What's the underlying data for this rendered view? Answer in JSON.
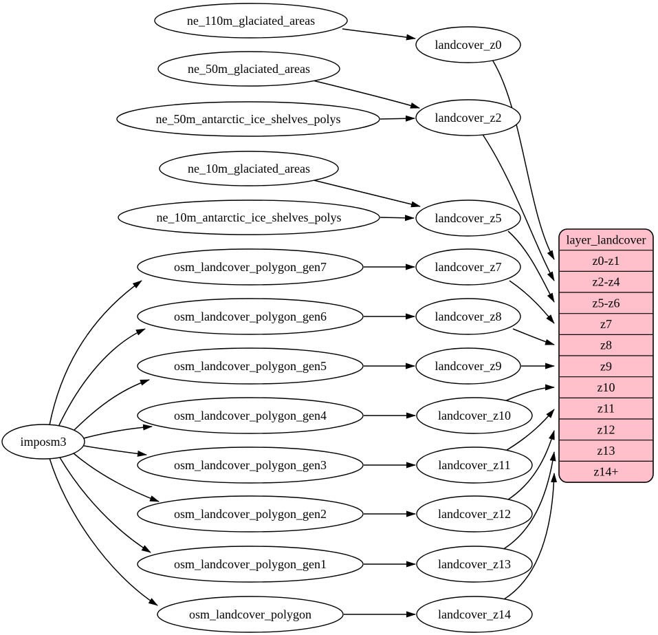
{
  "diagram": {
    "background": "#ffffff",
    "node_fill": "#ffffff",
    "node_stroke": "#000000",
    "edge_color": "#000000",
    "text_color": "#000000",
    "table_fill": "#ffc0cb",
    "table_stroke": "#000000"
  },
  "nodes": [
    {
      "id": "imposm3",
      "label": "imposm3"
    },
    {
      "id": "ne_110m_glaciated_areas",
      "label": "ne_110m_glaciated_areas"
    },
    {
      "id": "ne_50m_glaciated_areas",
      "label": "ne_50m_glaciated_areas"
    },
    {
      "id": "ne_50m_antarctic_ice_shelves_polys",
      "label": "ne_50m_antarctic_ice_shelves_polys"
    },
    {
      "id": "ne_10m_glaciated_areas",
      "label": "ne_10m_glaciated_areas"
    },
    {
      "id": "ne_10m_antarctic_ice_shelves_polys",
      "label": "ne_10m_antarctic_ice_shelves_polys"
    },
    {
      "id": "osm_landcover_polygon_gen7",
      "label": "osm_landcover_polygon_gen7"
    },
    {
      "id": "osm_landcover_polygon_gen6",
      "label": "osm_landcover_polygon_gen6"
    },
    {
      "id": "osm_landcover_polygon_gen5",
      "label": "osm_landcover_polygon_gen5"
    },
    {
      "id": "osm_landcover_polygon_gen4",
      "label": "osm_landcover_polygon_gen4"
    },
    {
      "id": "osm_landcover_polygon_gen3",
      "label": "osm_landcover_polygon_gen3"
    },
    {
      "id": "osm_landcover_polygon_gen2",
      "label": "osm_landcover_polygon_gen2"
    },
    {
      "id": "osm_landcover_polygon_gen1",
      "label": "osm_landcover_polygon_gen1"
    },
    {
      "id": "osm_landcover_polygon",
      "label": "osm_landcover_polygon"
    },
    {
      "id": "landcover_z0",
      "label": "landcover_z0"
    },
    {
      "id": "landcover_z2",
      "label": "landcover_z2"
    },
    {
      "id": "landcover_z5",
      "label": "landcover_z5"
    },
    {
      "id": "landcover_z7",
      "label": "landcover_z7"
    },
    {
      "id": "landcover_z8",
      "label": "landcover_z8"
    },
    {
      "id": "landcover_z9",
      "label": "landcover_z9"
    },
    {
      "id": "landcover_z10",
      "label": "landcover_z10"
    },
    {
      "id": "landcover_z11",
      "label": "landcover_z11"
    },
    {
      "id": "landcover_z12",
      "label": "landcover_z12"
    },
    {
      "id": "landcover_z13",
      "label": "landcover_z13"
    },
    {
      "id": "landcover_z14",
      "label": "landcover_z14"
    }
  ],
  "table": {
    "id": "layer_landcover",
    "title": "layer_landcover",
    "rows": [
      {
        "id": "z0-z1",
        "label": "z0-z1"
      },
      {
        "id": "z2-z4",
        "label": "z2-z4"
      },
      {
        "id": "z5-z6",
        "label": "z5-z6"
      },
      {
        "id": "z7",
        "label": "z7"
      },
      {
        "id": "z8",
        "label": "z8"
      },
      {
        "id": "z9",
        "label": "z9"
      },
      {
        "id": "z10",
        "label": "z10"
      },
      {
        "id": "z11",
        "label": "z11"
      },
      {
        "id": "z12",
        "label": "z12"
      },
      {
        "id": "z13",
        "label": "z13"
      },
      {
        "id": "z14+",
        "label": "z14+"
      }
    ]
  },
  "edges": [
    {
      "from": "ne_110m_glaciated_areas",
      "to": "landcover_z0"
    },
    {
      "from": "ne_50m_glaciated_areas",
      "to": "landcover_z2"
    },
    {
      "from": "ne_50m_antarctic_ice_shelves_polys",
      "to": "landcover_z2"
    },
    {
      "from": "ne_10m_glaciated_areas",
      "to": "landcover_z5"
    },
    {
      "from": "ne_10m_antarctic_ice_shelves_polys",
      "to": "landcover_z5"
    },
    {
      "from": "osm_landcover_polygon_gen7",
      "to": "landcover_z7"
    },
    {
      "from": "osm_landcover_polygon_gen6",
      "to": "landcover_z8"
    },
    {
      "from": "osm_landcover_polygon_gen5",
      "to": "landcover_z9"
    },
    {
      "from": "osm_landcover_polygon_gen4",
      "to": "landcover_z10"
    },
    {
      "from": "osm_landcover_polygon_gen3",
      "to": "landcover_z11"
    },
    {
      "from": "osm_landcover_polygon_gen2",
      "to": "landcover_z12"
    },
    {
      "from": "osm_landcover_polygon_gen1",
      "to": "landcover_z13"
    },
    {
      "from": "osm_landcover_polygon",
      "to": "landcover_z14"
    },
    {
      "from": "imposm3",
      "to": "osm_landcover_polygon_gen7"
    },
    {
      "from": "imposm3",
      "to": "osm_landcover_polygon_gen6"
    },
    {
      "from": "imposm3",
      "to": "osm_landcover_polygon_gen5"
    },
    {
      "from": "imposm3",
      "to": "osm_landcover_polygon_gen4"
    },
    {
      "from": "imposm3",
      "to": "osm_landcover_polygon_gen3"
    },
    {
      "from": "imposm3",
      "to": "osm_landcover_polygon_gen2"
    },
    {
      "from": "imposm3",
      "to": "osm_landcover_polygon_gen1"
    },
    {
      "from": "imposm3",
      "to": "osm_landcover_polygon"
    },
    {
      "from": "landcover_z0",
      "to": "layer_landcover:z0-z1"
    },
    {
      "from": "landcover_z2",
      "to": "layer_landcover:z2-z4"
    },
    {
      "from": "landcover_z5",
      "to": "layer_landcover:z5-z6"
    },
    {
      "from": "landcover_z7",
      "to": "layer_landcover:z7"
    },
    {
      "from": "landcover_z8",
      "to": "layer_landcover:z8"
    },
    {
      "from": "landcover_z9",
      "to": "layer_landcover:z9"
    },
    {
      "from": "landcover_z10",
      "to": "layer_landcover:z10"
    },
    {
      "from": "landcover_z11",
      "to": "layer_landcover:z11"
    },
    {
      "from": "landcover_z12",
      "to": "layer_landcover:z12"
    },
    {
      "from": "landcover_z13",
      "to": "layer_landcover:z13"
    },
    {
      "from": "landcover_z14",
      "to": "layer_landcover:z14+"
    }
  ]
}
